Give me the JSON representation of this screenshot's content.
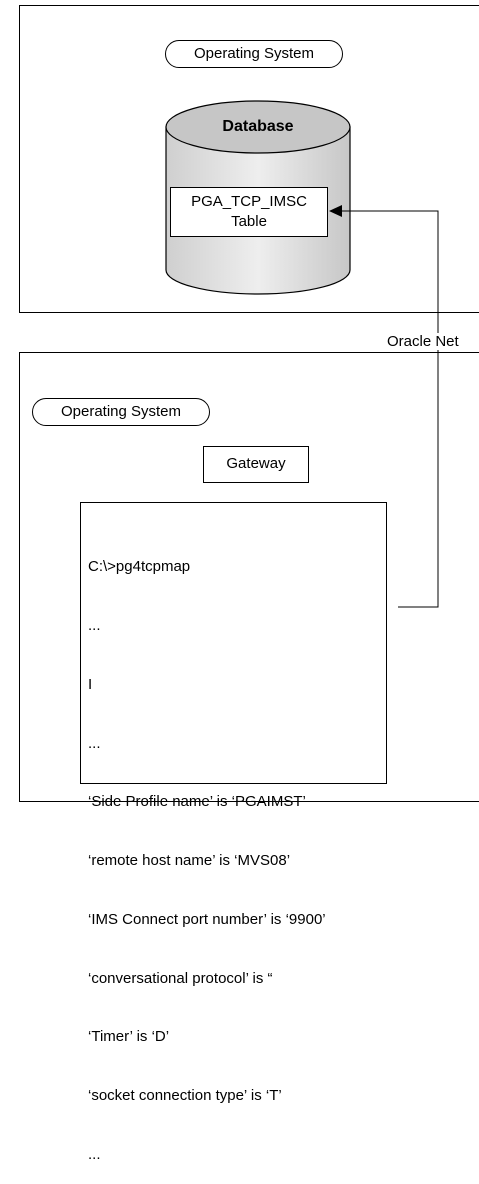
{
  "top_section": {
    "os_label": "Operating System",
    "db_title": "Database",
    "table_name": "PGA_TCP_IMSC",
    "table_word": "Table"
  },
  "connector": {
    "label": "Oracle Net"
  },
  "bottom_section": {
    "os_label": "Operating System",
    "gateway_label": "Gateway",
    "console_lines": [
      "C:\\>pg4tcpmap",
      "...",
      "I",
      "...",
      "‘Side Profile name’ is ‘PGAIMST’",
      "‘remote host name’ is ‘MVS08’",
      "‘IMS Connect port number’ is ‘9900’",
      "‘conversational protocol’ is “",
      "‘Timer’ is ‘D’",
      "‘socket connection type’ is ‘T’",
      "..."
    ]
  }
}
